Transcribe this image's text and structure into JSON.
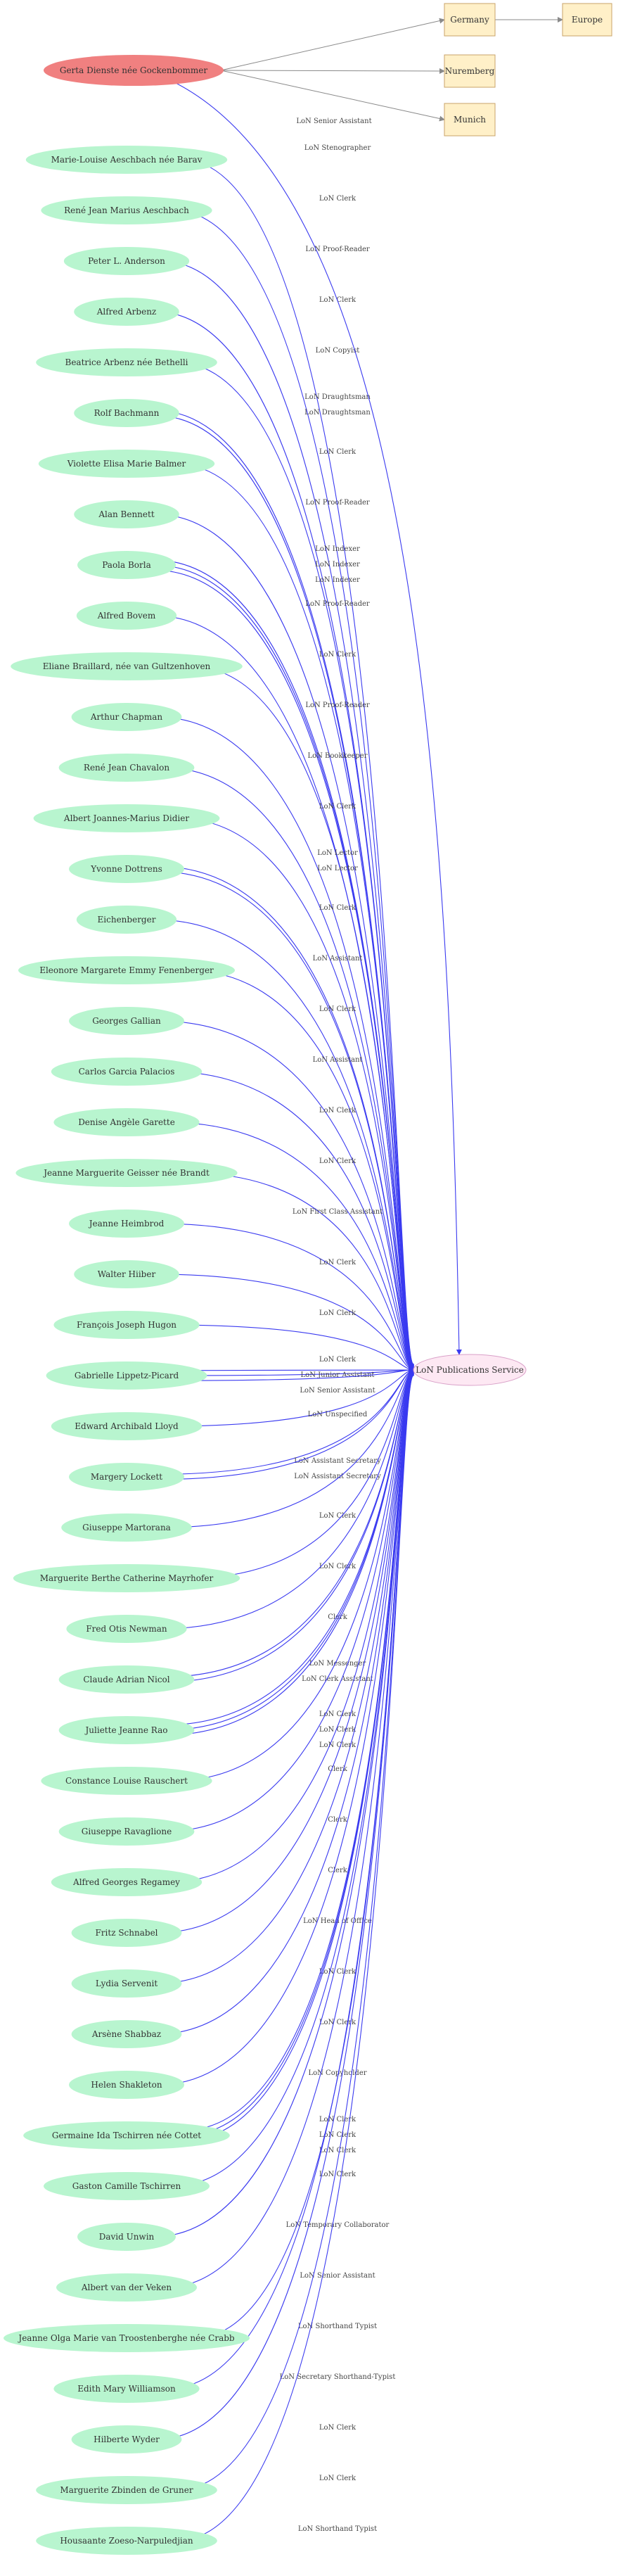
{
  "colors": {
    "person_fill": "#b8f5cf",
    "focus_fill": "#f08080",
    "place_fill": "#fff0c8",
    "place_stroke": "#c9a36a",
    "service_fill": "#fde8f3",
    "service_stroke": "#d9a0c8",
    "edge_blue": "#3a3af0",
    "edge_gray": "#8a8a8a"
  },
  "focus_person": "Gerta  Dienste née Gockenbommer",
  "service": "LoN Publications Service",
  "places": [
    "Germany",
    "Europe",
    "Nuremberg",
    "Munich"
  ],
  "focus_edge_label": "LoN Senior Assistant",
  "people": [
    {
      "name": "Marie-Louise Aeschbach née Barav",
      "roles": [
        "LoN Stenographer"
      ]
    },
    {
      "name": "René Jean Marius Aeschbach",
      "roles": [
        "LoN Clerk"
      ]
    },
    {
      "name": "Peter L. Anderson",
      "roles": [
        "LoN Proof-Reader"
      ]
    },
    {
      "name": "Alfred Arbenz",
      "roles": [
        "LoN Clerk"
      ]
    },
    {
      "name": "Beatrice Arbenz née Bethelli",
      "roles": [
        "LoN Copyist"
      ]
    },
    {
      "name": "Rolf Bachmann",
      "roles": [
        "LoN Draughtsman",
        "LoN Draughtsman"
      ]
    },
    {
      "name": "Violette Elisa Marie Balmer",
      "roles": [
        "LoN Clerk"
      ]
    },
    {
      "name": "Alan  Bennett",
      "roles": [
        "LoN Proof-Reader"
      ]
    },
    {
      "name": "Paola Borla",
      "roles": [
        "LoN Indexer",
        "LoN Indexer",
        "LoN Indexer"
      ]
    },
    {
      "name": "Alfred Bovem",
      "roles": [
        "LoN Proof-Reader"
      ]
    },
    {
      "name": "Eliane Braillard, née van Gultzenhoven",
      "roles": [
        "LoN Clerk"
      ]
    },
    {
      "name": "Arthur Chapman",
      "roles": [
        "LoN Proof-Reader"
      ]
    },
    {
      "name": "René Jean  Chavalon",
      "roles": [
        "LoN Bookkeeper"
      ]
    },
    {
      "name": "Albert Joannes-Marius  Didier",
      "roles": [
        "LoN Clerk"
      ]
    },
    {
      "name": "Yvonne Dottrens",
      "roles": [
        "LoN Lector",
        "LoN Lector"
      ]
    },
    {
      "name": "Eichenberger",
      "roles": [
        "LoN Clerk"
      ]
    },
    {
      "name": "Eleonore Margarete Emmy Fenenberger",
      "roles": [
        "LoN Assistant"
      ]
    },
    {
      "name": "Georges Gallian",
      "roles": [
        "LoN Clerk"
      ]
    },
    {
      "name": "Carlos Garcia Palacios",
      "roles": [
        "LoN Assistant"
      ]
    },
    {
      "name": "Denise Angèle Garette",
      "roles": [
        "LoN Clerk"
      ]
    },
    {
      "name": "Jeanne Marguerite Geisser née Brandt",
      "roles": [
        "LoN Clerk"
      ]
    },
    {
      "name": "Jeanne Heimbrod",
      "roles": [
        "LoN First Class Assistant"
      ]
    },
    {
      "name": "Walter Hiiber",
      "roles": [
        "LoN Clerk"
      ]
    },
    {
      "name": "François Joseph Hugon",
      "roles": [
        "LoN Clerk"
      ]
    },
    {
      "name": "Gabrielle Lippetz-Picard",
      "roles": [
        "LoN Clerk",
        "LoN Junior Assistant",
        "LoN Senior Assistant"
      ]
    },
    {
      "name": "Edward Archibald Lloyd",
      "roles": [
        "LoN Unspecified"
      ]
    },
    {
      "name": "Margery Lockett",
      "roles": [
        "LoN Assistant Secretary",
        "LoN Assistant Secretary"
      ]
    },
    {
      "name": "Giuseppe Martorana",
      "roles": [
        "LoN Clerk"
      ]
    },
    {
      "name": "Marguerite Berthe Catherine Mayrhofer",
      "roles": [
        "LoN Clerk"
      ]
    },
    {
      "name": "Fred Otis Newman",
      "roles": [
        "Clerk"
      ]
    },
    {
      "name": "Claude Adrian Nicol",
      "roles": [
        "LoN Messenger",
        "LoN Clerk Assistant"
      ]
    },
    {
      "name": "Juliette Jeanne Rao",
      "roles": [
        "LoN Clerk",
        "LoN Clerk",
        "LoN Clerk"
      ]
    },
    {
      "name": "Constance Louise Rauschert",
      "roles": [
        "Clerk"
      ]
    },
    {
      "name": "Giuseppe Ravaglione",
      "roles": [
        "Clerk"
      ]
    },
    {
      "name": "Alfred Georges Regamey",
      "roles": [
        "Clerk"
      ]
    },
    {
      "name": "Fritz Schnabel",
      "roles": [
        "LoN Head of Office"
      ]
    },
    {
      "name": "Lydia Servenit",
      "roles": [
        "LoN Clerk"
      ]
    },
    {
      "name": "Arsène Shabbaz",
      "roles": [
        "LoN Clerk"
      ]
    },
    {
      "name": "Helen Shakleton",
      "roles": [
        "LoN Copyholder"
      ]
    },
    {
      "name": "Germaine Ida Tschirren née Cottet",
      "roles": [
        "LoN Clerk",
        "LoN Clerk",
        "LoN Clerk"
      ]
    },
    {
      "name": "Gaston Camille  Tschirren",
      "roles": [
        "LoN Clerk"
      ]
    },
    {
      "name": "David Unwin",
      "roles": [
        "LoN Temporary Collaborator"
      ]
    },
    {
      "name": "Albert van der Veken",
      "roles": [
        "LoN Senior Assistant"
      ]
    },
    {
      "name": "Jeanne Olga Marie van Troostenberghe née Crabb",
      "roles": [
        "LoN Shorthand Typist"
      ]
    },
    {
      "name": "Edith Mary Williamson",
      "roles": [
        "LoN Secretary Shorthand-Typist"
      ]
    },
    {
      "name": "Hilberte Wyder",
      "roles": [
        "LoN Clerk"
      ]
    },
    {
      "name": "Marguerite Zbinden de Gruner",
      "roles": [
        "LoN Clerk"
      ]
    },
    {
      "name": "Housaante Zoeso-Narpuledjian",
      "roles": [
        "LoN Shorthand Typist"
      ]
    }
  ]
}
